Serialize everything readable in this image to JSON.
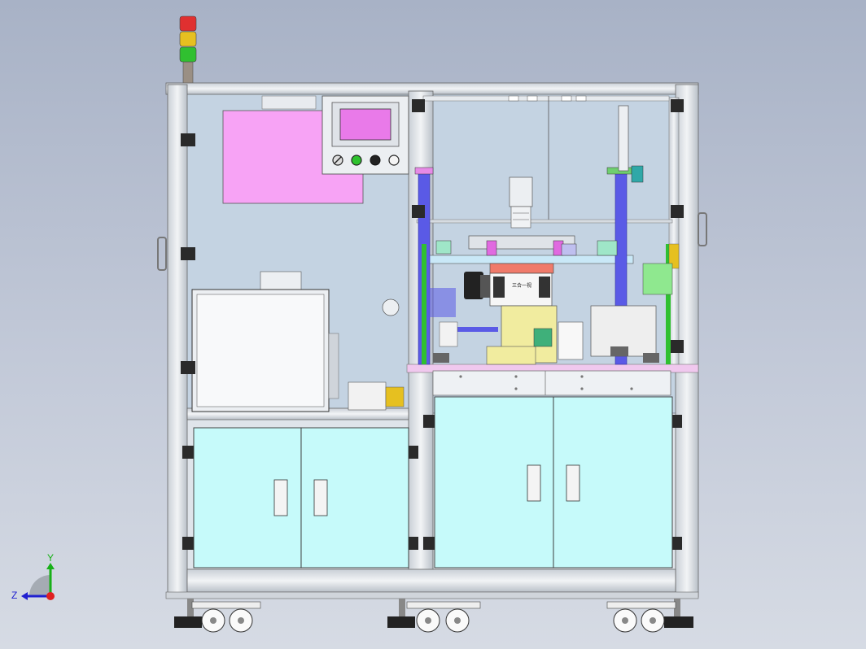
{
  "view": {
    "background_top": "#a8b2c6",
    "background_bottom": "#d6dbe4"
  },
  "machine": {
    "frame_color": "#e4e8ec",
    "panel_color": "#c4d3e2",
    "cabinet_door_color": "#c6fafa",
    "hmi_screen_color": "#e97ae9",
    "pink_panel_color": "#f7a3f5",
    "rod_color": "#5a5ae6",
    "fixture_color": "#f1ec9f",
    "signal_tower": {
      "colors": [
        "#e03030",
        "#e6c020",
        "#30c030"
      ]
    },
    "module_label": "三合一视",
    "control_buttons": [
      "e-stop-button",
      "start-button",
      "stop-button",
      "reset-button"
    ]
  },
  "axis_triad": {
    "y_label": "Y",
    "z_label": "Z",
    "y_color": "#18b018",
    "z_color": "#2020d0",
    "origin_color": "#e02020"
  }
}
